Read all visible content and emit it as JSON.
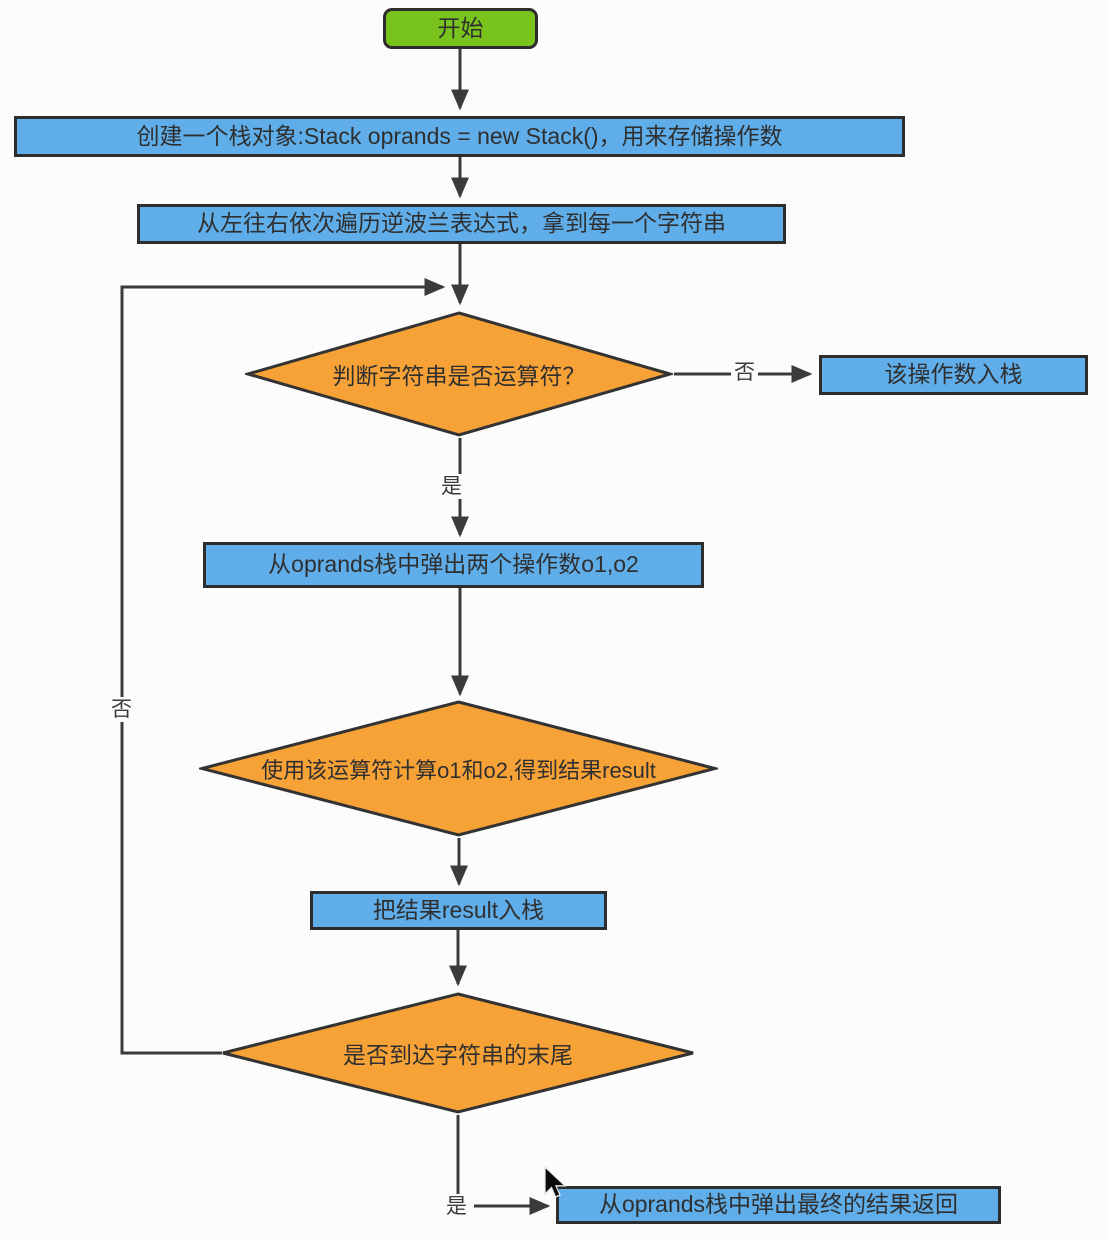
{
  "nodes": {
    "start": {
      "label": "开始"
    },
    "create_stack": {
      "label": "创建一个栈对象:Stack oprands = new Stack()，用来存储操作数"
    },
    "traverse": {
      "label": "从左往右依次遍历逆波兰表达式，拿到每一个字符串"
    },
    "is_operator": {
      "label": "判断字符串是否运算符？"
    },
    "push_operand": {
      "label": "该操作数入栈"
    },
    "pop_two_operands": {
      "label": "从oprands栈中弹出两个操作数o1,o2"
    },
    "calculate": {
      "label": "使用该运算符计算o1和o2,得到结果result"
    },
    "push_result": {
      "label": "把结果result入栈"
    },
    "reached_end": {
      "label": "是否到达字符串的末尾"
    },
    "return_result": {
      "label": "从oprands栈中弹出最终的结果返回"
    }
  },
  "edge_labels": {
    "operator_no": "否",
    "operator_yes": "是",
    "end_no": "否",
    "end_yes": "是"
  },
  "colors": {
    "start_fill": "#79c31d",
    "process_fill": "#5fade9",
    "decision_fill": "#f7a237",
    "line": "#3b3b3b",
    "border": "#2d2d2d",
    "background": "#fcfcfc"
  }
}
